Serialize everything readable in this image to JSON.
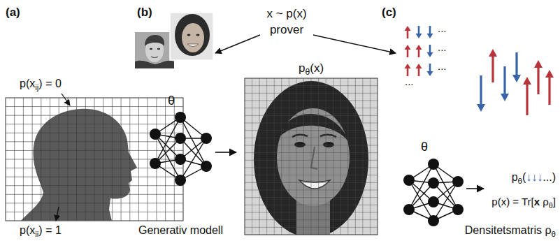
{
  "diagram": {
    "labels": [
      "(a)",
      "(b)",
      "(c)",
      "x ~ p(x)",
      "prover",
      "p(xij) = 0",
      "p(xii) = 1",
      "θ",
      "pθ(x)",
      "θ",
      "pθ(↓↓↓...)",
      "p(x) = Tr[x ρθ]",
      "Generativ modell",
      "Densitetsmatris ρθ",
      "...",
      "...",
      "...",
      "..."
    ]
  }
}
